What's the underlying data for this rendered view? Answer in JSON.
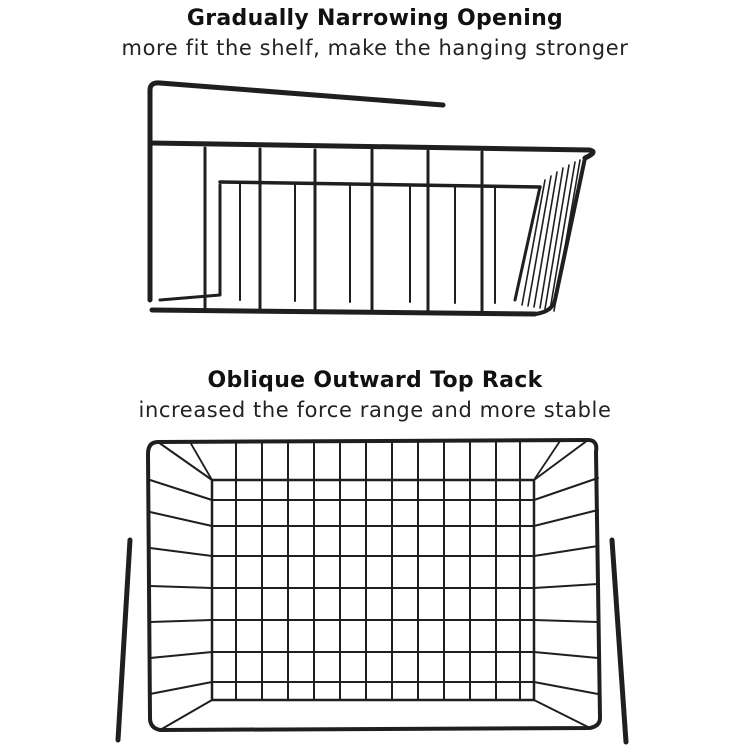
{
  "sections": [
    {
      "title": "Gradually Narrowing Opening",
      "subtitle": "more fit the shelf, make the hanging stronger"
    },
    {
      "title": "Oblique Outward Top Rack",
      "subtitle": "increased the force range and more stable"
    }
  ],
  "colors": {
    "wire": "#1f1f1f",
    "background": "#ffffff"
  }
}
